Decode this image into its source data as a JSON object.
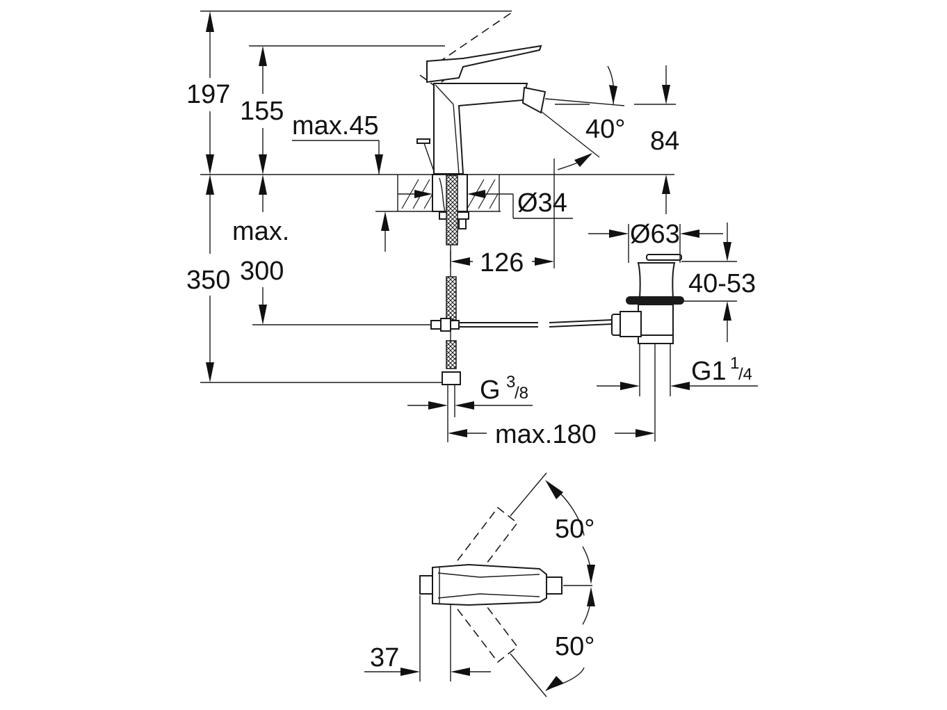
{
  "colors": {
    "line": "#1a1a1a",
    "background": "#ffffff"
  },
  "side_view": {
    "dims": {
      "total_height": "197",
      "spout_height": "155",
      "lever_projection": "max.45",
      "spout_reach_deg": "40°",
      "jet_height": "84",
      "hole_diameter": "Ø34",
      "spout_projection": "126",
      "deck_max_label": "max.",
      "deck_max_value": "300",
      "total_depth": "350",
      "waste_diameter": "Ø63",
      "waste_range": "40-53",
      "waste_thread_main": "G1",
      "waste_thread_num": "1",
      "waste_thread_den": "/4",
      "supply_thread_main": "G",
      "supply_thread_num": "3",
      "supply_thread_den": "/8",
      "pop_up_rod_length": "max.180"
    }
  },
  "top_view": {
    "dims": {
      "width": "37",
      "swivel_left": "50°",
      "swivel_right": "50°"
    }
  }
}
